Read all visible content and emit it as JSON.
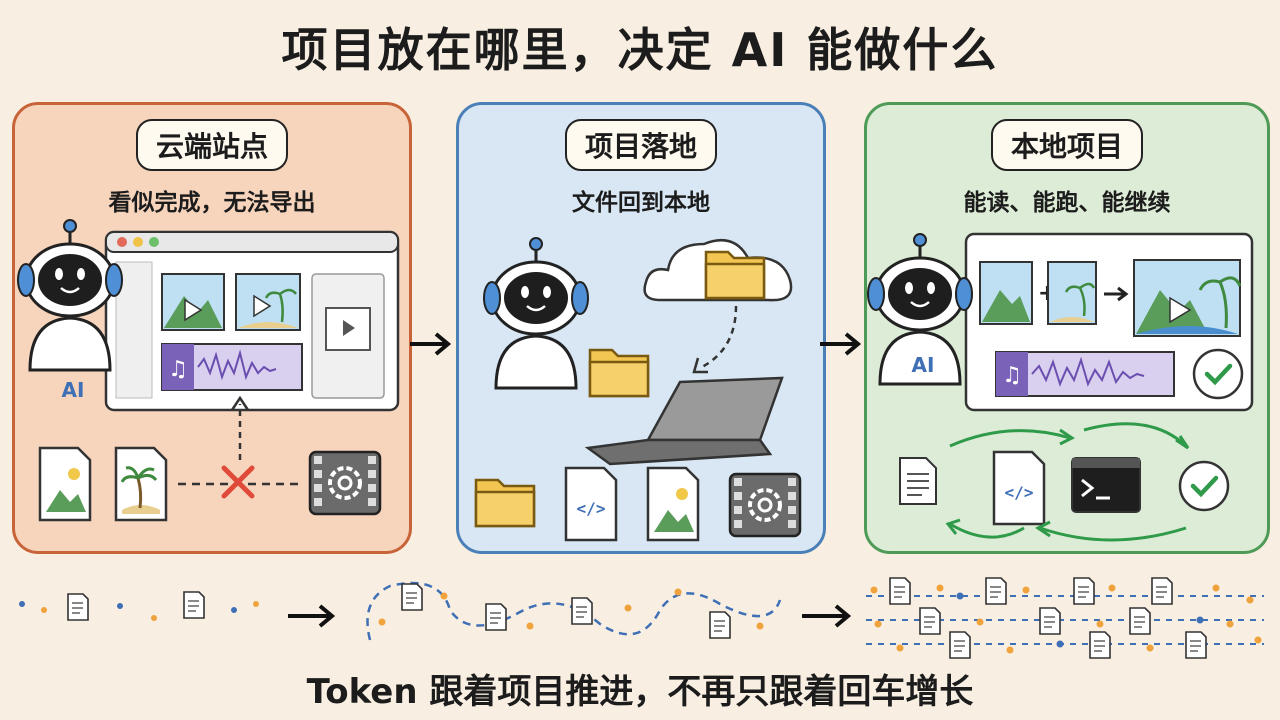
{
  "title": "项目放在哪里，决定 AI 能做什么",
  "panels": [
    {
      "tag": "云端站点",
      "subtitle": "看似完成，无法导出",
      "robot_label": "AI"
    },
    {
      "tag": "项目落地",
      "subtitle": "文件回到本地"
    },
    {
      "tag": "本地项目",
      "subtitle": "能读、能跑、能继续",
      "robot_label": "AI"
    }
  ],
  "footer": "Token 跟着项目推进，不再只跟着回车增长",
  "colors": {
    "cloud": "#c8643a",
    "landing": "#4a7fb8",
    "local": "#4e9a56",
    "dot_orange": "#f0a23c",
    "dot_blue": "#3f6fb5"
  }
}
